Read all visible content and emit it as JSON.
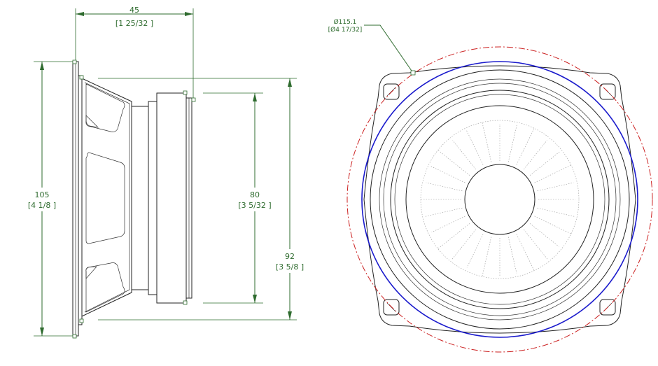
{
  "dimensions": {
    "depth": {
      "value": "45",
      "imperial": "[1 25/32 ]"
    },
    "overall_height": {
      "value": "105",
      "imperial": "[4 1/8 ]"
    },
    "magnet_diameter": {
      "value": "80",
      "imperial": "[3 5/32 ]"
    },
    "baffle_height": {
      "value": "92",
      "imperial": "[3 5/8 ]"
    },
    "cutout_diameter": {
      "value": "Ø115.1",
      "imperial": "[Ø4 17/32]"
    }
  },
  "colors": {
    "dimension": "#2e6b2e",
    "outline": "#222222",
    "cutout_circle": "#cc2222",
    "surround_circle": "#1a1acc",
    "cone_fill": "#dcdcdc",
    "magnet_texture": "#b8b8b8"
  }
}
